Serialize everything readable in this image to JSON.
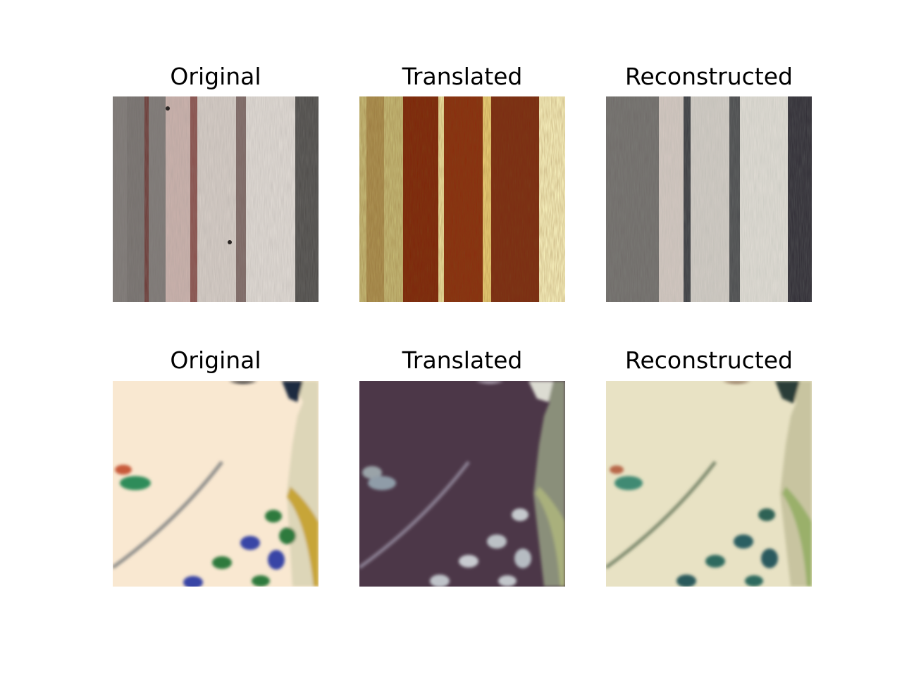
{
  "figure": {
    "rows": [
      {
        "original_title": "Original",
        "translated_title": "Translated",
        "reconstructed_title": "Reconstructed"
      },
      {
        "original_title": "Original",
        "translated_title": "Translated",
        "reconstructed_title": "Reconstructed"
      }
    ]
  }
}
